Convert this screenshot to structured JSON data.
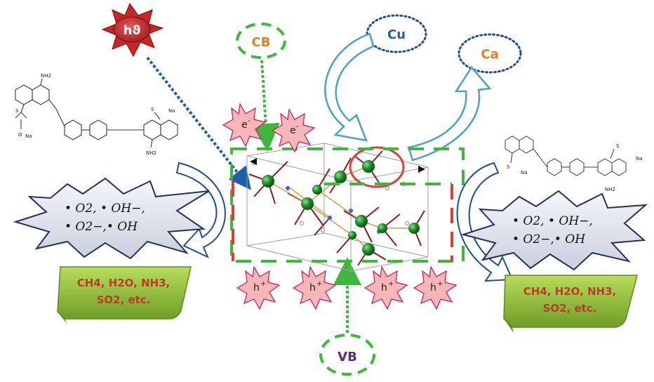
{
  "energy": {
    "label": "hϑ",
    "color": "#b71c1c"
  },
  "bands": {
    "conduction": "CB",
    "valence": "VB"
  },
  "ions": {
    "cu": "Cu",
    "ca": "Ca"
  },
  "electron": {
    "symbol": "e",
    "charge": "-"
  },
  "hole": {
    "symbol": "h",
    "charge": "+"
  },
  "radicals": {
    "left": {
      "line1": "• O2, • OH−,",
      "line2": "• O2−,• OH"
    },
    "right": {
      "line1": "• O2, • OH−,",
      "line2": "• O2−,• OH"
    }
  },
  "products": {
    "left": {
      "line1": "CH4, H2O, NH3,",
      "line2": "SO2, etc."
    },
    "right": {
      "line1": "CH4, H2O, NH3,",
      "line2": "SO2, etc."
    }
  },
  "dye": {
    "sulfonate_group": "S",
    "oxygen": "O",
    "sodium": "Na",
    "amine": "NH2"
  },
  "colors": {
    "cb_text": "#e67e22",
    "vb_text": "#5b2c6f",
    "cu_text": "#1f5fa8",
    "ca_text": "#e67e22",
    "dashed_green": "#3db83d",
    "dashed_red": "#e53935",
    "star_fill": "#f7b6b8",
    "star_stroke": "#c2185b",
    "product_text": "#c0392b",
    "product_fill": "#8bbd3a"
  }
}
